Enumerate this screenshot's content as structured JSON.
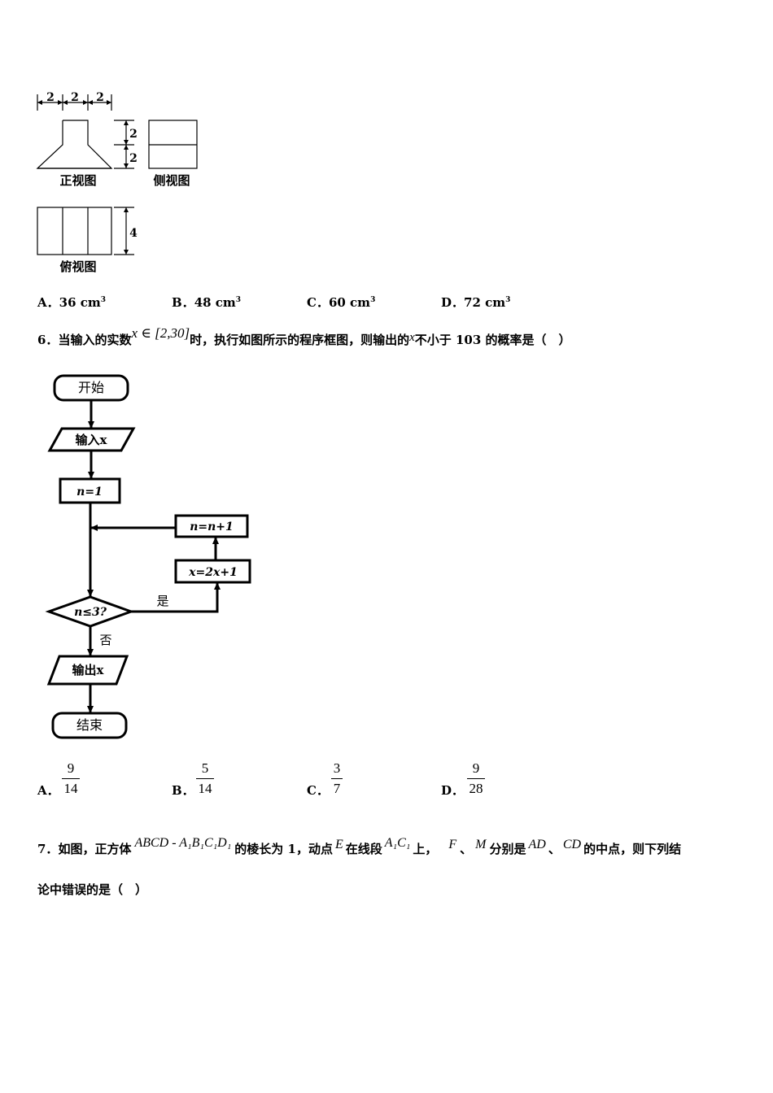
{
  "three_view": {
    "front_label": "正视图",
    "side_label": "侧视图",
    "top_label": "俯视图",
    "dims_top": [
      "2",
      "2",
      "2"
    ],
    "dims_front_right": [
      "2",
      "2"
    ],
    "dim_top_view": "4"
  },
  "q5_options": {
    "a_letter": "A．",
    "a_value": "36 cm",
    "a_unit_exp": "3",
    "b_letter": "B．",
    "b_value": "48 cm",
    "b_unit_exp": "3",
    "c_letter": "C．",
    "c_value": "60 cm",
    "c_unit_exp": "3",
    "d_letter": "D．",
    "d_value": "72 cm",
    "d_unit_exp": "3"
  },
  "q6": {
    "number": "6．",
    "text1": "当输入的实数",
    "math_x_in": "x ∈ [2,30]",
    "text2": "时，执行如图所示的程序框图，则输出的",
    "math_x": "x",
    "text3": "不小于 103 的概率是（　）"
  },
  "flowchart": {
    "start": "开始",
    "input": "输入x",
    "init": "n=1",
    "incr": "n=n+1",
    "update": "x=2x+1",
    "cond": "n≤3?",
    "yes": "是",
    "no": "否",
    "output": "输出x",
    "end": "结束"
  },
  "q6_options": {
    "a_letter": "A．",
    "a_num": "9",
    "a_den": "14",
    "b_letter": "B．",
    "b_num": "5",
    "b_den": "14",
    "c_letter": "C．",
    "c_num": "3",
    "c_den": "7",
    "d_letter": "D．",
    "d_num": "9",
    "d_den": "28"
  },
  "q7": {
    "number": "7．",
    "text1": "如图，正方体",
    "math_cube": "ABCD - A₁B₁C₁D₁",
    "text2": "的棱长为 1，动点",
    "math_e": "E",
    "text3": "在线段",
    "math_seg": "A₁C₁",
    "text4": "上，",
    "math_f": "F",
    "sep": "、",
    "math_m": "M",
    "text5": "分别是",
    "math_ad": "AD",
    "sep2": "、",
    "math_cd": "CD",
    "text6": "的中点，则下列结",
    "line2": "论中错误的是（　）"
  }
}
